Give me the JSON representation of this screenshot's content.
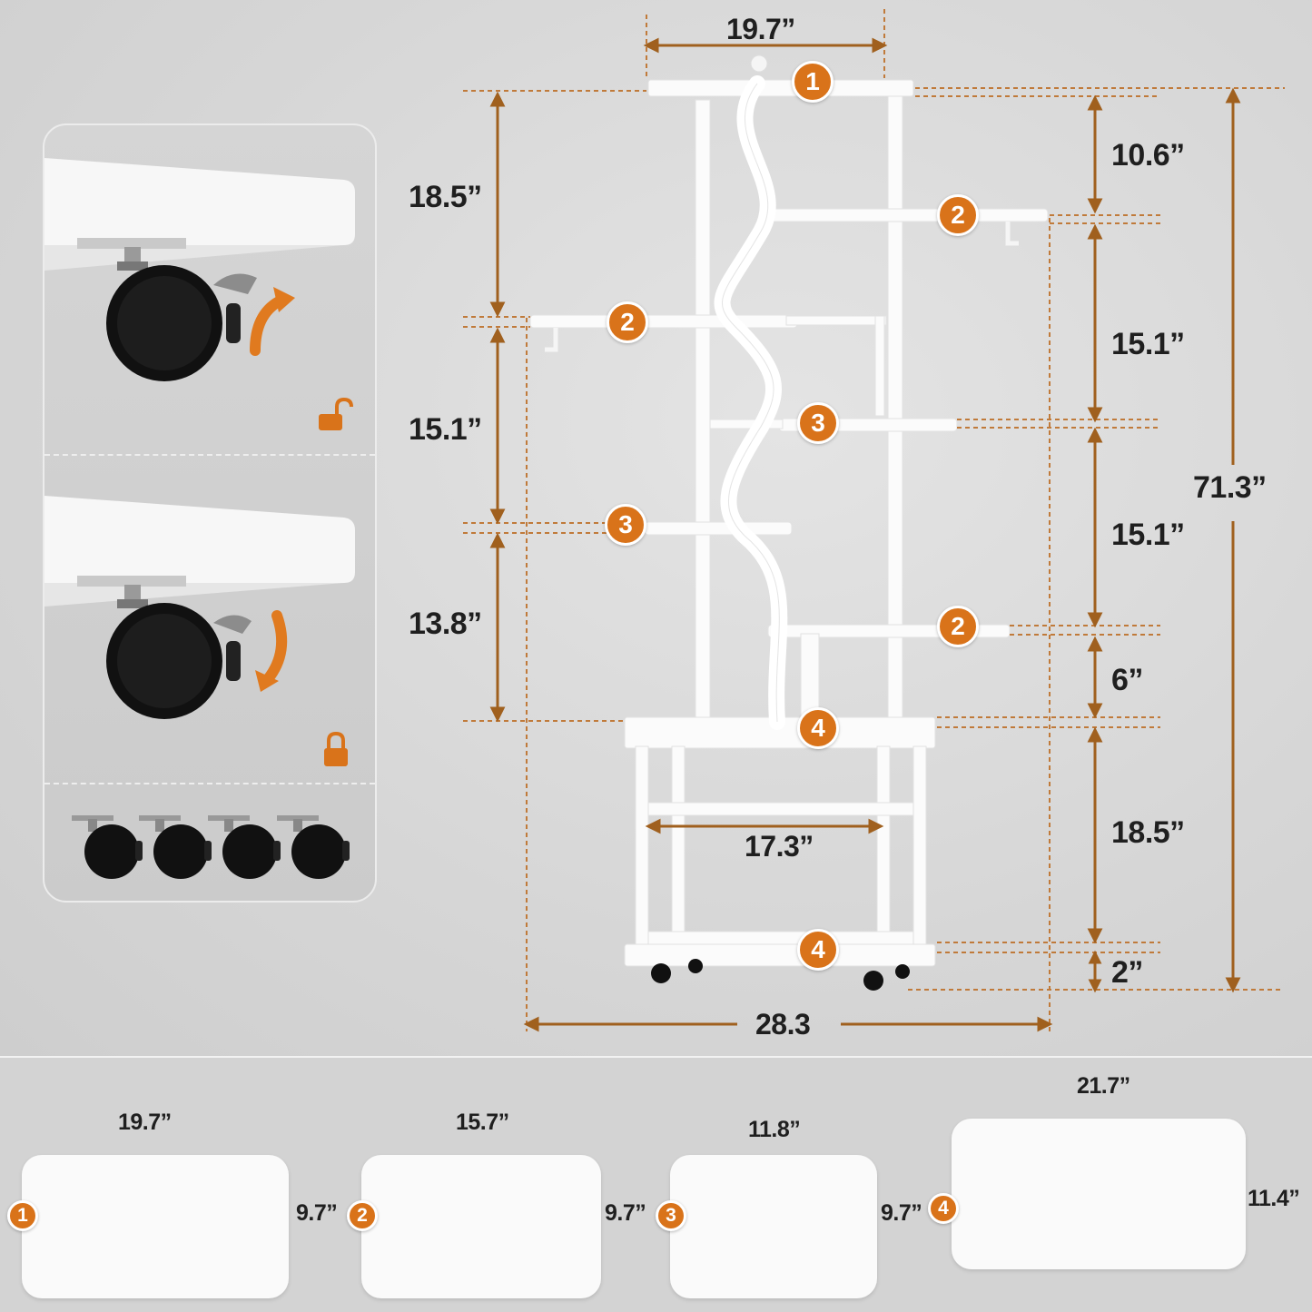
{
  "colors": {
    "accent": "#d9731a",
    "dim_line": "#a0601e",
    "guide_line": "#c07a3a",
    "wheel": "#111111",
    "shelf": "#fafafa"
  },
  "icons": {
    "unlocked": "unlocked-padlock-icon",
    "locked": "locked-padlock-icon",
    "arrow_up": "curved-arrow-up-icon",
    "arrow_down": "curved-arrow-down-icon"
  },
  "diagram": {
    "top_width": "19.7”",
    "bottom_width": "28.3",
    "inner_width": "17.3”",
    "total_height": "71.3”",
    "left_heights": [
      "18.5”",
      "15.1”",
      "13.8”"
    ],
    "right_heights": [
      "10.6”",
      "15.1”",
      "15.1”",
      "6”",
      "18.5”",
      "2”"
    ],
    "shelf_badges": [
      "1",
      "2",
      "2",
      "3",
      "3",
      "2",
      "4",
      "4"
    ]
  },
  "caster_panel": {
    "states": [
      "unlocked",
      "locked"
    ],
    "wheel_count": 4
  },
  "shelf_sizes": [
    {
      "id": "1",
      "width": "19.7”",
      "depth": "9.7”"
    },
    {
      "id": "2",
      "width": "15.7”",
      "depth": "9.7”"
    },
    {
      "id": "3",
      "width": "11.8”",
      "depth": "9.7”"
    },
    {
      "id": "4",
      "width": "21.7”",
      "depth": "11.4”"
    }
  ]
}
